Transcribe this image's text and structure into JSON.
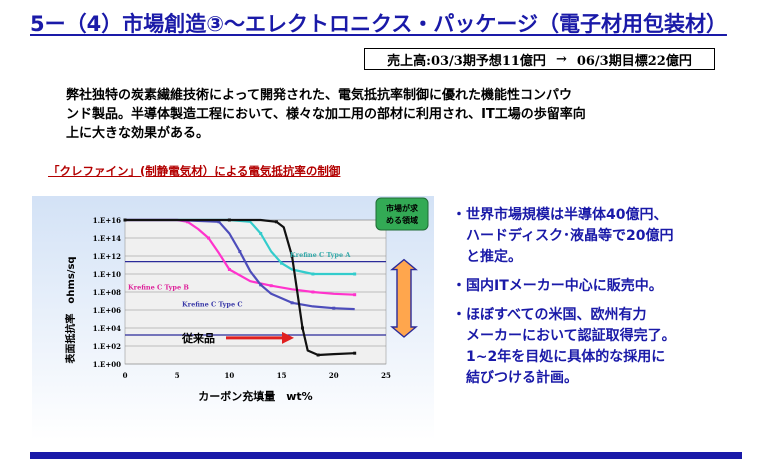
{
  "header": {
    "title": "5ー（4）市場創造③～エレクトロニクス・パッケージ（電子材用包装材）"
  },
  "sales": {
    "label": "売上高:03/3期予想11億円",
    "arrow": "→",
    "target": "06/3期目標22億円"
  },
  "intro": {
    "lines": [
      "弊社独特の炭素繊維技術によって開発された、電気抵抗率制御に優れた機能性コンパウ",
      "ンド製品。半導体製造工程において、様々な加工用の部材に利用され、IT工場の歩留率向",
      "上に大きな効果がある。"
    ]
  },
  "chart_heading": "「クレファイン」(制静電気材）による電気抵抗率の制御",
  "chart_data": {
    "type": "line",
    "xlabel": "カーボン充填量　wt%",
    "ylabel": "表面抵抗率　ohms/sq",
    "xlim": [
      0,
      25
    ],
    "ylim": [
      0,
      16
    ],
    "x_ticks": [
      "0",
      "5",
      "10",
      "15",
      "20",
      "25"
    ],
    "y_ticks": [
      "1.E+00",
      "1.E+02",
      "1.E+04",
      "1.E+06",
      "1.E+08",
      "1.E+10",
      "1.E+12",
      "1.E+14",
      "1.E+16"
    ],
    "grid": true,
    "series": [
      {
        "name": "Krefine C Type A",
        "color": "#33cccc",
        "x": [
          0,
          5,
          10,
          12,
          13,
          14,
          15,
          16,
          18,
          20,
          22
        ],
        "y": [
          16,
          16,
          16,
          15.8,
          14.5,
          12.5,
          11.2,
          10.5,
          10.0,
          10.0,
          10.0
        ]
      },
      {
        "name": "Krefine C Type B",
        "color": "#ff33cc",
        "x": [
          0,
          5,
          6,
          7,
          8,
          9,
          10,
          12,
          14,
          16,
          18,
          20,
          22
        ],
        "y": [
          16,
          16,
          15.8,
          15,
          14,
          12.3,
          10.5,
          9.2,
          8.7,
          8.3,
          8.0,
          7.8,
          7.7
        ]
      },
      {
        "name": "Krefine C Type C",
        "color": "#4d4dbb",
        "x": [
          0,
          5,
          9,
          10,
          11,
          12,
          13,
          14,
          16,
          18,
          20,
          22
        ],
        "y": [
          16,
          16,
          15.8,
          14.5,
          12.5,
          10.3,
          8.8,
          7.8,
          6.8,
          6.4,
          6.2,
          6.1
        ]
      },
      {
        "name": "従来品",
        "color": "#111111",
        "x": [
          0,
          5,
          10,
          13,
          14.5,
          15.2,
          16,
          16.5,
          17,
          17.5,
          18.5,
          20,
          22
        ],
        "y": [
          16,
          16,
          16,
          16,
          15.8,
          15.2,
          12,
          8,
          4,
          1.5,
          1.0,
          1.1,
          1.2
        ]
      }
    ],
    "annotations": {
      "market_band": "市場が求める領域",
      "conventional_label": "従来品"
    }
  },
  "bullets": [
    {
      "mark": "・",
      "lines": [
        "世界市場規模は半導体40億円、",
        "ハードディスク･液晶等で20億円",
        "と推定。"
      ]
    },
    {
      "mark": "・",
      "lines": [
        "国内ITメーカー中心に販売中。"
      ]
    },
    {
      "mark": "・",
      "lines": [
        "ほぼすべての米国、欧州有力",
        "メーカーにおいて認証取得完了。",
        "1~2年を目処に具体的な採用に",
        "結びつける計画。"
      ]
    }
  ],
  "colors": {
    "title": "#1a1aa8",
    "accent_red": "#b30000",
    "plot_bg": "#f0f0f0",
    "frame_bg_top": "#d9e6f7",
    "band_fill": "#ffa64d",
    "band_border": "#2b2b99",
    "callout_bg": "#33aa55"
  }
}
